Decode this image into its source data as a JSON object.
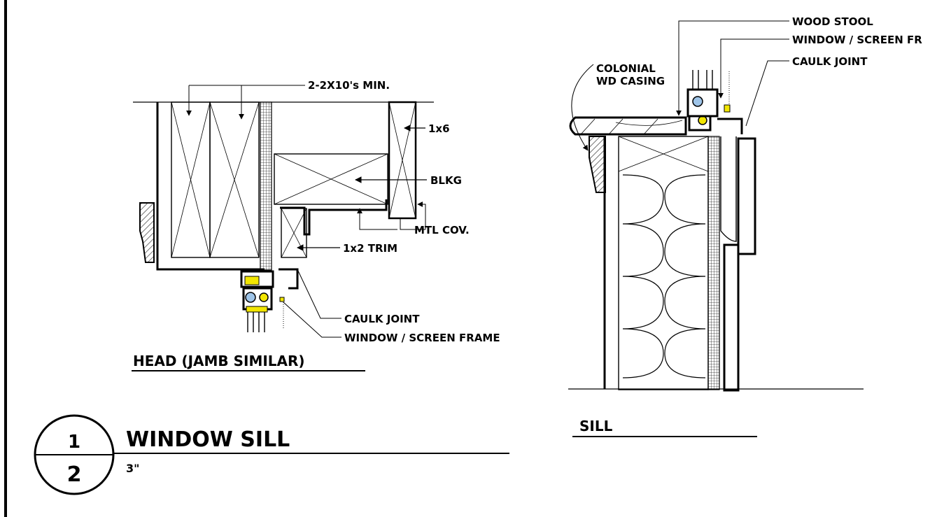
{
  "head_detail": {
    "title": "HEAD (JAMB SIMILAR)",
    "labels": {
      "joists": "2-2X10's MIN.",
      "trim_1x6": "1x6",
      "blocking": "BLKG",
      "metal_cover": "MTL COV.",
      "trim_1x2": "1x2 TRIM",
      "caulk": "CAULK JOINT",
      "frame": "WINDOW / SCREEN FRAME"
    }
  },
  "sill_detail": {
    "title": "SILL",
    "labels": {
      "stool": "WOOD STOOL",
      "frame": "WINDOW / SCREEN FR",
      "caulk": "CAULK JOINT",
      "casing_line1": "COLONIAL",
      "casing_line2": "WD CASING"
    }
  },
  "detail_tag": {
    "number": "1",
    "sheet": "2",
    "name": "WINDOW SILL",
    "scale": "3\""
  },
  "colors": {
    "line": "#000000",
    "hatch": "#555555",
    "glazing_yellow": "#f2e600",
    "gasket_blue": "#9ec4e8"
  }
}
